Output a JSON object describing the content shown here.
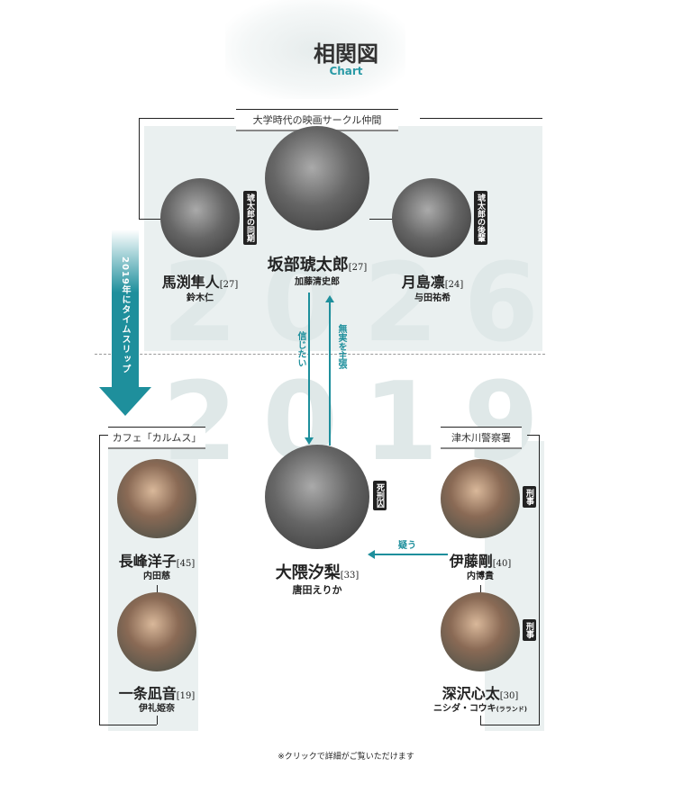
{
  "header": {
    "title": "相関図",
    "subtitle": "Chart"
  },
  "years": {
    "present": "2026",
    "past": "2019"
  },
  "groups": {
    "circle": "大学時代の映画サークル仲間",
    "cafe": "カフェ「カルムス」",
    "police": "津木川警察署"
  },
  "time_slip": "2019年にタイムスリップ",
  "relations": {
    "believe": "信じたい",
    "innocent": "無実を主張",
    "suspect": "疑う"
  },
  "characters": [
    {
      "name": "坂部琥太郎",
      "age": "[27]",
      "actor": "加藤清史郎",
      "tag": ""
    },
    {
      "name": "馬渕隼人",
      "age": "[27]",
      "actor": "鈴木仁",
      "tag": "琥太郎の同期"
    },
    {
      "name": "月島凛",
      "age": "[24]",
      "actor": "与田祐希",
      "tag": "琥太郎の後輩"
    },
    {
      "name": "大隈汐梨",
      "age": "[33]",
      "actor": "唐田えりか",
      "tag": "死刑囚"
    },
    {
      "name": "長峰洋子",
      "age": "[45]",
      "actor": "内田慈",
      "tag": ""
    },
    {
      "name": "一条凪音",
      "age": "[19]",
      "actor": "伊礼姫奈",
      "tag": ""
    },
    {
      "name": "伊藤剛",
      "age": "[40]",
      "actor": "内博貴",
      "tag": "刑事"
    },
    {
      "name": "深沢心太",
      "age": "[30]",
      "actor": "ニシダ・コウキ",
      "actor_note": "(ラランド)",
      "tag": "刑事"
    }
  ],
  "footer_note": "※クリックで詳細がご覧いただけます",
  "colors": {
    "accent": "#1e8f9c",
    "panel": "#eaf0f0"
  }
}
